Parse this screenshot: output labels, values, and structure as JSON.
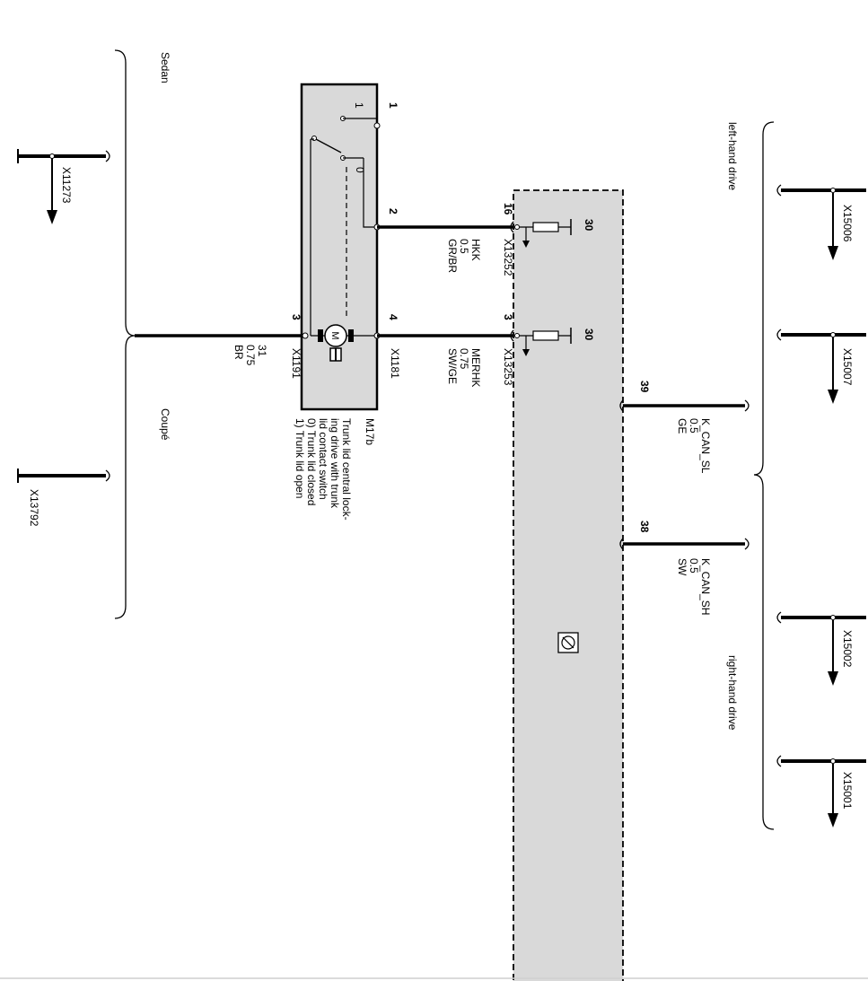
{
  "variants": {
    "sedan": "Sedan",
    "coupe": "Coupé",
    "lhd": "left-hand drive",
    "rhd": "right-hand drive"
  },
  "left_connectors": {
    "top": "X11273",
    "bottom": "X13792"
  },
  "right_connectors": {
    "a": "X15006",
    "b": "X15007",
    "c": "X15002",
    "d": "X15001"
  },
  "component": {
    "id": "M17b",
    "description": [
      "Trunk lid central lock-",
      "ing drive with trunk",
      "lid contact switch",
      "0) Trunk lid closed",
      "1) Trunk lid open"
    ],
    "motor_symbol": "M",
    "switch_pos_open": "1",
    "switch_pos_closed": "0",
    "pin_top": "1",
    "pin_switch": "2",
    "pin_motor": "4",
    "pin_ground": "3",
    "conn_right": "X1181",
    "conn_left": "X1191"
  },
  "ground_wire": {
    "terminal": "31",
    "size": "0.75",
    "color": "BR"
  },
  "wire_hkk": {
    "pin": "16",
    "connector": "X13252",
    "signal": "HKK",
    "size": "0.5",
    "color": "GR/BR",
    "term": "30"
  },
  "wire_merhk": {
    "pin": "3",
    "connector": "X13253",
    "signal": "MERHK",
    "size": "0.75",
    "color": "SW/GE",
    "term": "30"
  },
  "can_sl": {
    "pin": "39",
    "signal": "K_CAN_SL",
    "size": "0.5",
    "color": "GE"
  },
  "can_sh": {
    "pin": "38",
    "signal": "K_CAN_SH",
    "size": "0.5",
    "color": "SW"
  }
}
